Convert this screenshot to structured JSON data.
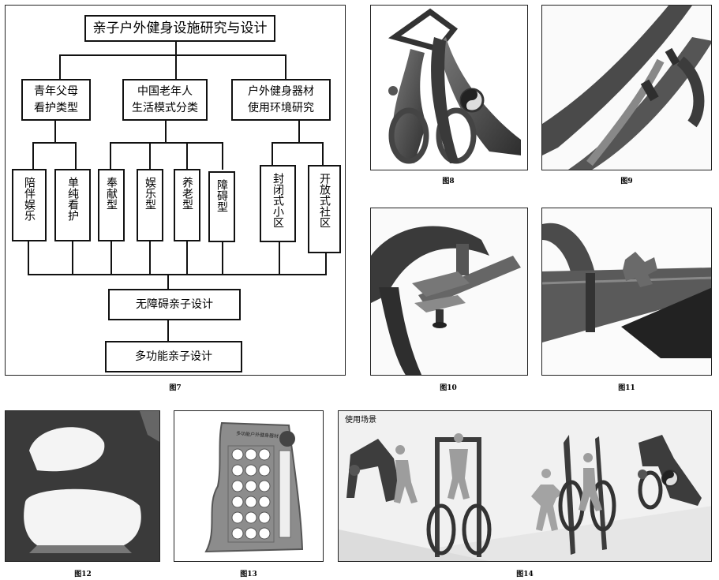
{
  "flowchart": {
    "root": "亲子户外健身设施研究与设计",
    "level1": [
      "青年父母\n看护类型",
      "中国老年人\n生活模式分类",
      "户外健身器材\n使用环境研究"
    ],
    "level2": [
      "陪伴娱乐",
      "单纯看护",
      "奉献型",
      "娱乐型",
      "养老型",
      "障碍型",
      "封闭式小区",
      "开放式社区"
    ],
    "bottom1": "无障碍亲子设计",
    "bottom2": "多功能亲子设计"
  },
  "captions": {
    "fig7": "图7",
    "fig8": "图8",
    "fig9": "图9",
    "fig10": "图10",
    "fig11": "图11",
    "fig12": "图12",
    "fig13": "图13",
    "fig14": "图14"
  },
  "scene_label": "使用场景",
  "panel_title": "多功能户外健身器材",
  "colors": {
    "metal_dark": "#3c3c3c",
    "metal_mid": "#6a6a6a",
    "panel_grey": "#9a9a9a",
    "bg_light": "#f2f2f2"
  }
}
